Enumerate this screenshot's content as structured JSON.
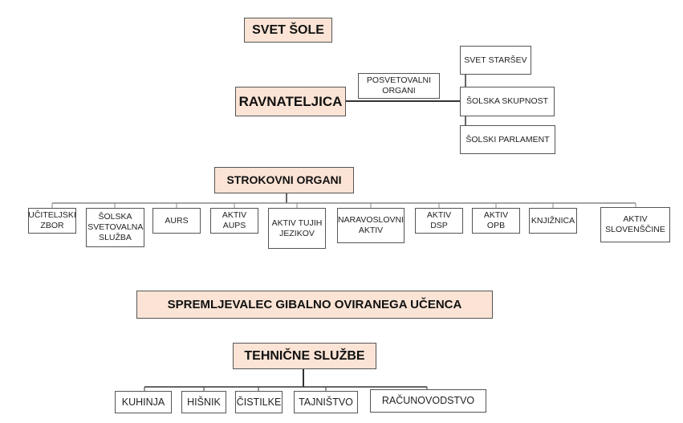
{
  "colors": {
    "highlight_fill": "#fbe4d5",
    "border": "#555555"
  },
  "top": {
    "svet_sole": "SVET ŠOLE",
    "ravnateljica": "RAVNATELJICA",
    "posvetovalni": "POSVETOVALNI ORGANI"
  },
  "council": [
    "SVET STARŠEV",
    "ŠOLSKA SKUPNOST",
    "ŠOLSKI PARLAMENT"
  ],
  "strokovni": {
    "title": "STROKOVNI ORGANI",
    "items": [
      "UČITELJSKI ZBOR",
      "ŠOLSKA SVETOVALNA SLUŽBA",
      "AURS",
      "AKTIV AUPS",
      "AKTIV TUJIH JEZIKOV",
      "NARAVOSLOVNI AKTIV",
      "AKTIV DSP",
      "AKTIV OPB",
      "KNJIŽNICA",
      "AKTIV SLOVENŠČINE"
    ]
  },
  "spremljevalec": "SPREMLJEVALEC GIBALNO OVIRANEGA UČENCA",
  "tehnicne": {
    "title": "TEHNIČNE SLUŽBE",
    "items": [
      "KUHINJA",
      "HIŠNIK",
      "ČISTILKE",
      "TAJNIŠTVO",
      "RAČUNOVODSTVO"
    ]
  }
}
